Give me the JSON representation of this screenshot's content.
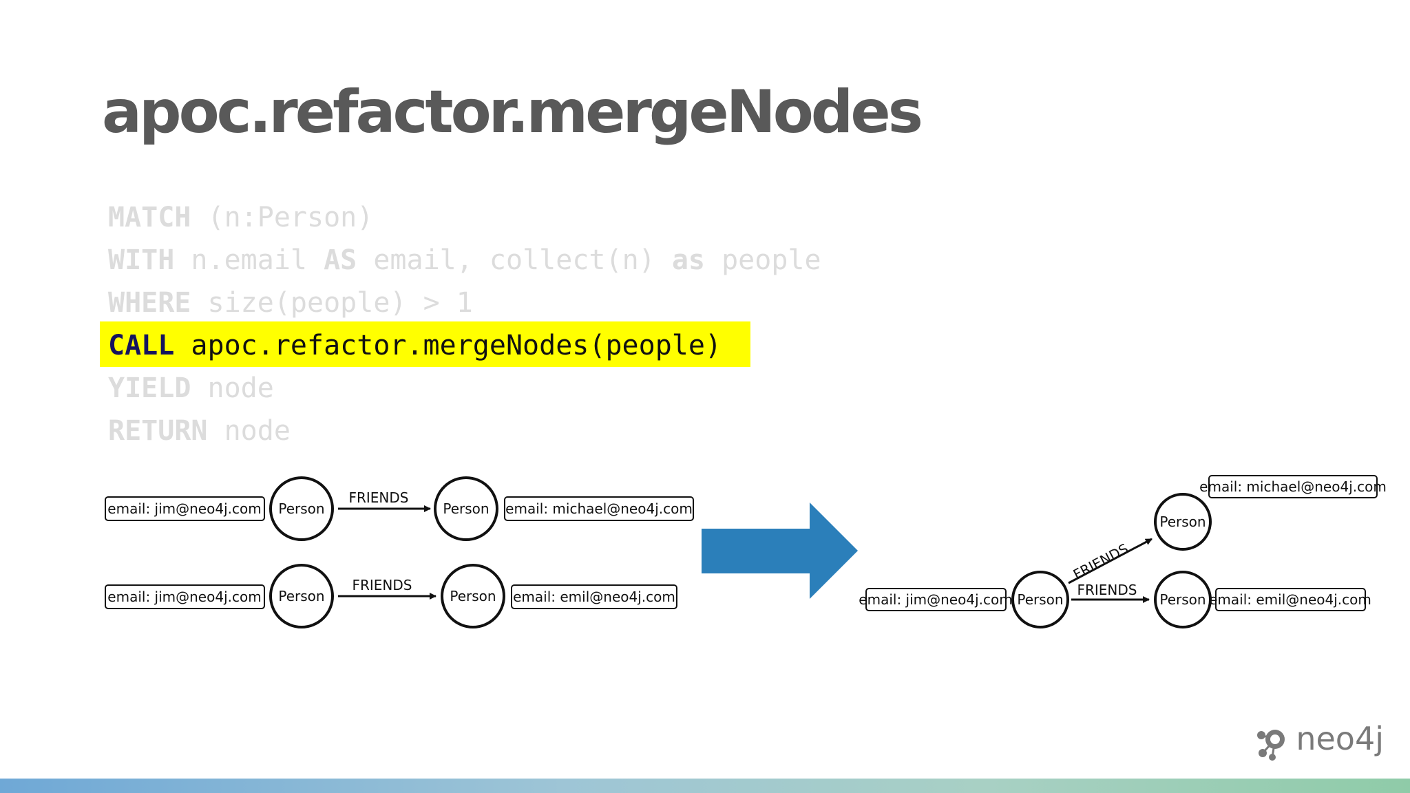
{
  "title": "apoc.refactor.mergeNodes",
  "code": {
    "lines": [
      {
        "kw": "MATCH",
        "rest": " (n:Person)"
      },
      {
        "kw": "WITH",
        "rest": " n.email ",
        "kw2": "AS",
        "rest2": " email, collect(n) ",
        "kw3": "as",
        "rest3": " people"
      },
      {
        "kw": "WHERE",
        "rest": " size(people) > 1"
      },
      {
        "kw": "CALL",
        "rest": " apoc.refactor.mergeNodes(people)"
      },
      {
        "kw": "YIELD",
        "rest": " node"
      },
      {
        "kw": "RETURN",
        "rest": " node"
      }
    ]
  },
  "diagram": {
    "before": [
      {
        "left_label": "email: jim@neo4j.com",
        "left_node": "Person",
        "rel": "FRIENDS",
        "right_node": "Person",
        "right_label": "email: michael@neo4j.com"
      },
      {
        "left_label": "email: jim@neo4j.com",
        "left_node": "Person",
        "rel": "FRIENDS",
        "right_node": "Person",
        "right_label": "email: emil@neo4j.com"
      }
    ],
    "after": {
      "center_label": "email: jim@neo4j.com",
      "center_node": "Person",
      "top_node": "Person",
      "top_label": "email: michael@neo4j.com",
      "bottom_node": "Person",
      "bottom_label": "email: emil@neo4j.com",
      "rel_top": "FRIENDS",
      "rel_bottom": "FRIENDS"
    },
    "arrow_color": "#2b7fba"
  },
  "logo": {
    "text": "neo4j",
    "icon": "neo4j-graph-icon"
  }
}
